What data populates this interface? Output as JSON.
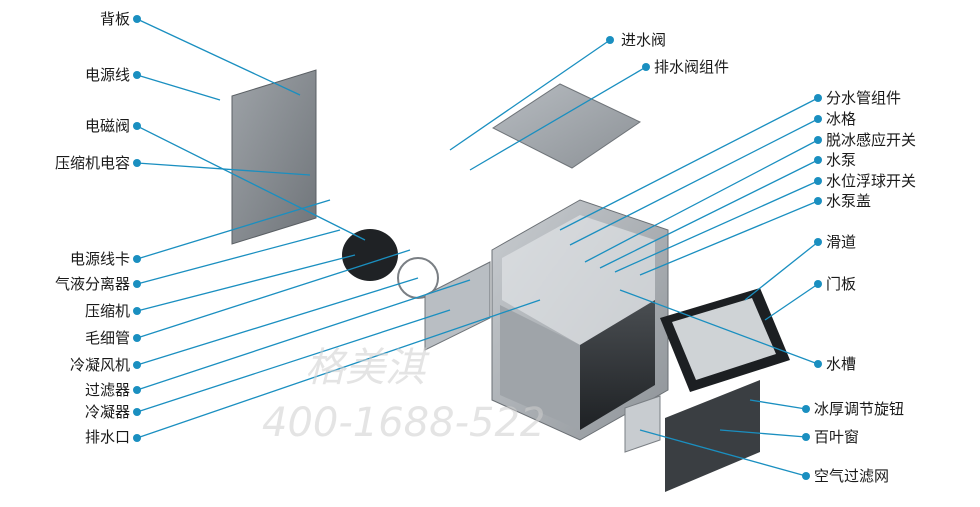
{
  "diagram": {
    "left_labels": [
      "背板",
      "电源线",
      "电磁阀",
      "压缩机电容",
      "电源线卡",
      "气液分离器",
      "压缩机",
      "毛细管",
      "冷凝风机",
      "过滤器",
      "冷凝器",
      "排水口"
    ],
    "right_labels": [
      "进水阀",
      "排水阀组件",
      "分水管组件",
      "冰格",
      "脱冰感应开关",
      "水泵",
      "水位浮球开关",
      "水泵盖",
      "滑道",
      "门板",
      "水槽",
      "冰厚调节旋钮",
      "百叶窗",
      "空气过滤网"
    ],
    "colors": {
      "leader": "#1a8fc0",
      "dot": "#1a8fc0",
      "text": "#1a1a1a"
    }
  },
  "watermark": {
    "line1": "格美淇",
    "line2": "400-1688-522"
  }
}
